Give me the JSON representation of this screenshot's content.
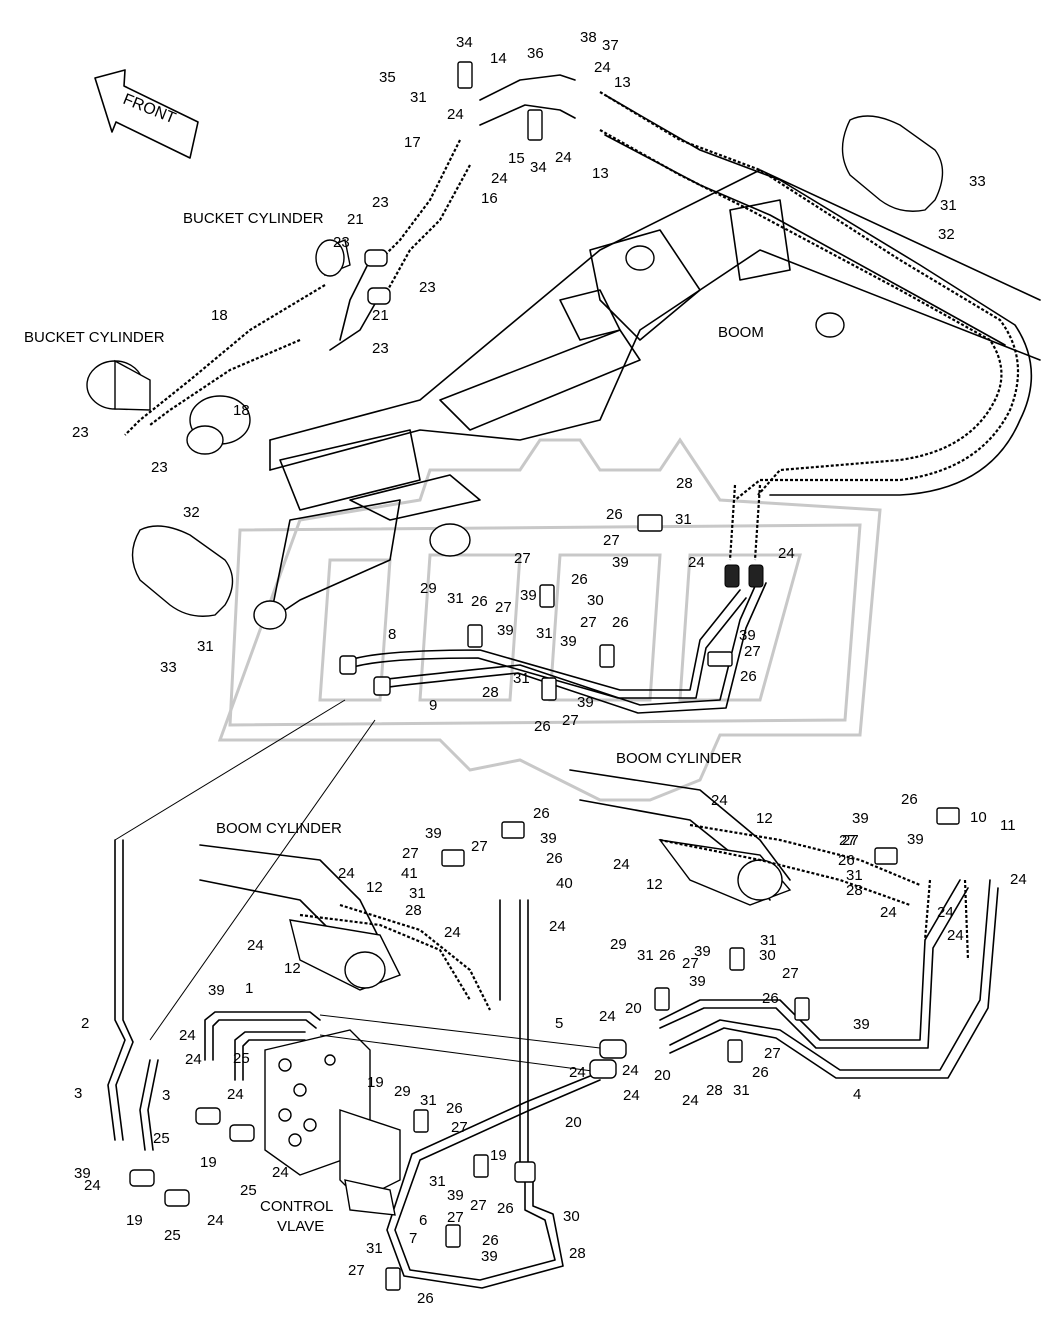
{
  "front_arrow": {
    "label": "FRONT"
  },
  "captions": {
    "bucket_cylinder_upper": "BUCKET CYLINDER",
    "bucket_cylinder_left": "BUCKET CYLINDER",
    "boom": "BOOM",
    "boom_cylinder_right": "BOOM CYLINDER",
    "boom_cylinder_left": "BOOM CYLINDER",
    "control_valve_line1": "CONTROL",
    "control_valve_line2": "VLAVE"
  },
  "callouts": [
    "34",
    "14",
    "36",
    "38",
    "37",
    "35",
    "31",
    "24",
    "13",
    "24",
    "15",
    "34",
    "24",
    "13",
    "17",
    "24",
    "16",
    "23",
    "21",
    "23",
    "23",
    "21",
    "23",
    "18",
    "18",
    "23",
    "23",
    "33",
    "31",
    "32",
    "32",
    "31",
    "33",
    "28",
    "26",
    "31",
    "27",
    "39",
    "24",
    "24",
    "27",
    "26",
    "39",
    "30",
    "29",
    "31",
    "26",
    "27",
    "39",
    "31",
    "27",
    "26",
    "39",
    "8",
    "39",
    "27",
    "31",
    "26",
    "28",
    "9",
    "39",
    "27",
    "26",
    "24",
    "12",
    "24",
    "12",
    "26",
    "39",
    "27",
    "10",
    "11",
    "39",
    "27",
    "26",
    "24",
    "31",
    "28",
    "24",
    "24",
    "24",
    "26",
    "39",
    "27",
    "39",
    "27",
    "41",
    "26",
    "40",
    "31",
    "24",
    "28",
    "24",
    "24",
    "12",
    "24",
    "12",
    "29",
    "31",
    "26",
    "30",
    "27",
    "39",
    "31",
    "39",
    "27",
    "26",
    "39",
    "4",
    "5",
    "24",
    "20",
    "24",
    "24",
    "20",
    "24",
    "20",
    "24",
    "28",
    "31",
    "26",
    "27",
    "39",
    "1",
    "2",
    "24",
    "3",
    "25",
    "24",
    "3",
    "24",
    "25",
    "19",
    "24",
    "25",
    "19",
    "29",
    "31",
    "26",
    "27",
    "39",
    "24",
    "19",
    "24",
    "25",
    "19",
    "31",
    "39",
    "27",
    "26",
    "30",
    "6",
    "27",
    "26",
    "28",
    "7",
    "39",
    "31",
    "27",
    "26",
    "39"
  ]
}
